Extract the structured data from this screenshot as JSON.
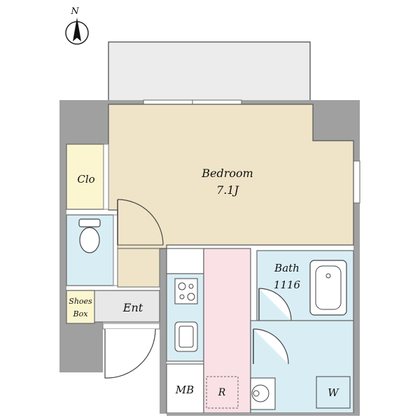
{
  "compass": {
    "north_label": "N"
  },
  "rooms": {
    "bedroom": {
      "name": "Bedroom",
      "size": "7.1J"
    },
    "closet": {
      "name": "Clo"
    },
    "entrance": {
      "name": "Ent"
    },
    "shoes_box": {
      "line1": "Shoes",
      "line2": "Box"
    },
    "bath": {
      "name": "Bath",
      "size": "1116"
    },
    "meter_box": {
      "name": "MB"
    },
    "refrigerator": {
      "name": "R"
    },
    "washer": {
      "name": "W"
    }
  },
  "colors": {
    "bedroom_floor": "#efe4c8",
    "wet_area": "#d9eef4",
    "corridor": "#f9e1e6",
    "closet": "#fbf6cf",
    "wall": "#a0a0a0",
    "balcony": "#ececec"
  }
}
